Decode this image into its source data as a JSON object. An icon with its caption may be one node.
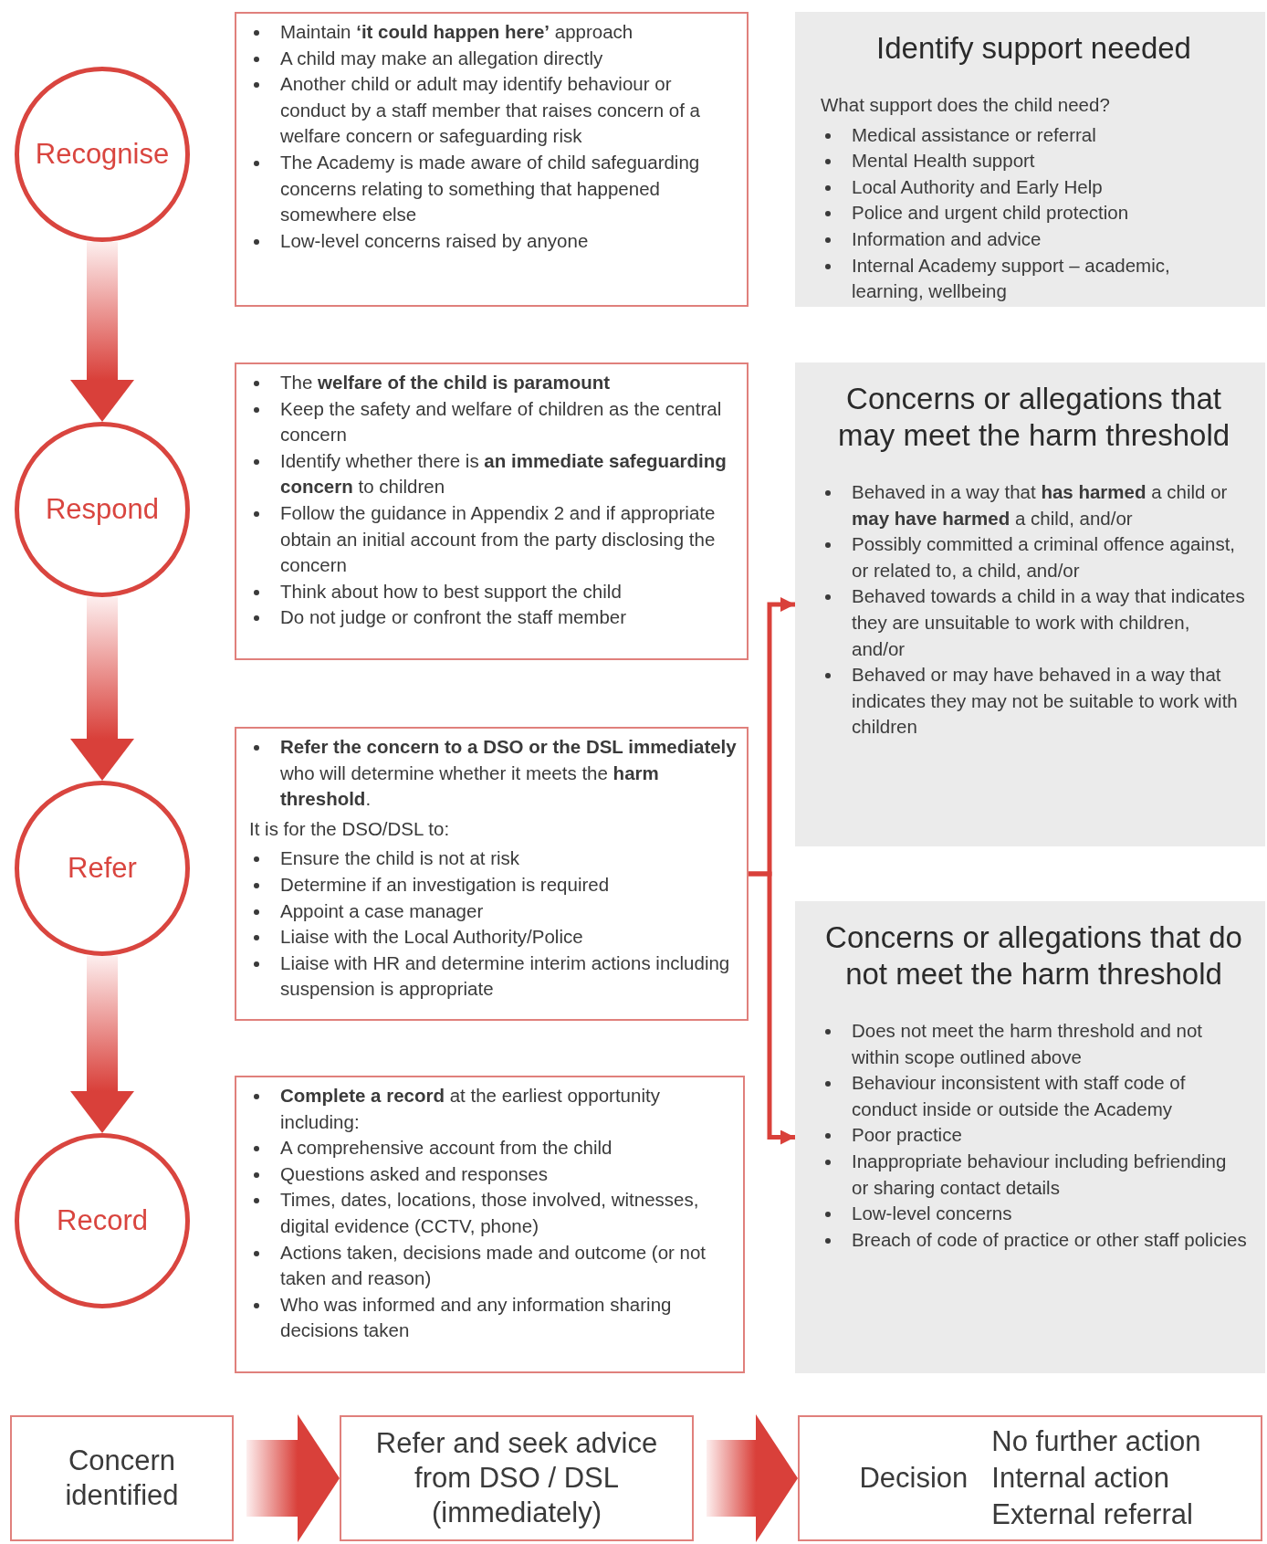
{
  "diagram": {
    "nodes": [
      {
        "text": [
          "Recognise"
        ]
      },
      {
        "text": [
          "Respond"
        ]
      },
      {
        "text": [
          "Refer"
        ]
      },
      {
        "text": [
          "Record"
        ]
      },
      {
        "text": [
          "Maintain **‘it could happen here’** approach",
          "A child may make an allegation directly",
          "Another child or adult may identify behaviour or conduct by a staff member that raises concern of a welfare concern or safeguarding risk",
          "The Academy is made aware of child safeguarding concerns relating to something that happened somewhere else",
          "Low-level concerns raised by anyone"
        ]
      },
      {
        "text": [
          "The **welfare of the child is paramount**",
          "Keep the safety and welfare of children as the central concern",
          "Identify whether there is **an immediate safeguarding concern** to children",
          "Follow the guidance in Appendix 2 and if appropriate obtain an initial account from the party disclosing the concern",
          "Think about how to best support the child",
          "Do not judge or confront the staff member"
        ]
      },
      {
        "text": [
          "**Refer the concern to a DSO or the DSL immediately** who will determine whether it meets the **harm threshold**.",
          "It is for the DSO/DSL to:",
          "Ensure the child is not at risk",
          "Determine if an investigation is required",
          "Appoint a case manager",
          "Liaise with the Local Authority/Police",
          "Liaise with HR and determine interim actions including suspension is appropriate"
        ]
      },
      {
        "text": [
          "**Complete a record** at the earliest opportunity including:",
          "A comprehensive account from the child",
          "Questions asked and responses",
          "Times, dates, locations, those involved, witnesses, digital evidence (CCTV, phone)",
          "Actions taken, decisions made and outcome (or not taken and reason)",
          "Who was informed and any information sharing decisions taken"
        ]
      },
      {
        "text": [
          "Identify support needed",
          "What support does the child need?",
          "Medical assistance or referral",
          "Mental Health support",
          "Local Authority and Early Help",
          "Police and urgent child protection",
          "Information and advice",
          "Internal Academy support – academic, learning, wellbeing"
        ]
      },
      {
        "text": [
          "Concerns or allegations that may meet the harm threshold",
          "Behaved in a way that **has harmed** a child or **may have harmed** a child, and/or",
          "Possibly committed a criminal offence against, or related to, a child, and/or",
          "Behaved towards a child in a way that indicates they are unsuitable to work with children, and/or",
          "Behaved or may have behaved in a way that indicates they may not be suitable to work with children"
        ]
      },
      {
        "text": [
          "Concerns or allegations that do not meet the harm threshold",
          "Does not meet the harm threshold and not within scope outlined above",
          "Behaviour inconsistent with staff code of conduct inside or outside the Academy",
          "Poor practice",
          "Inappropriate behaviour including befriending or sharing contact details",
          "Low-level concerns",
          "Breach of code of practice or other staff policies"
        ]
      },
      {
        "text": [
          "Concern identified"
        ]
      },
      {
        "text": [
          "Refer and seek advice from DSO / DSL (immediately)"
        ]
      },
      {
        "text": [
          "Decision",
          "No further action",
          "Internal action",
          "External referral"
        ]
      }
    ],
    "edges": [
      {
        "from": 0,
        "to": 1,
        "arrow": "to"
      },
      {
        "from": 1,
        "to": 2,
        "arrow": "to"
      },
      {
        "from": 2,
        "to": 3,
        "arrow": "to"
      },
      {
        "from": 6,
        "to": 9,
        "arrow": "to"
      },
      {
        "from": 6,
        "to": 10,
        "arrow": "to"
      },
      {
        "from": 11,
        "to": 12,
        "arrow": "to"
      },
      {
        "from": 12,
        "to": 13,
        "arrow": "to"
      }
    ]
  }
}
